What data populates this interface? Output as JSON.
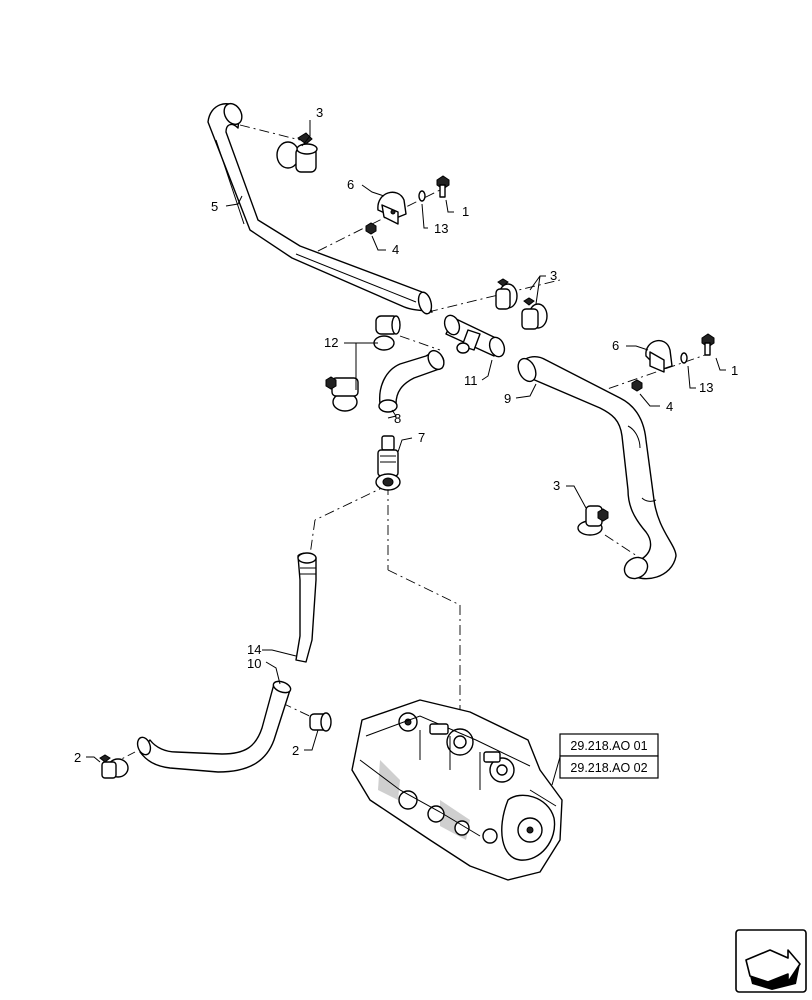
{
  "callouts": {
    "c1a": "1",
    "c1b": "1",
    "c2a": "2",
    "c2b": "2",
    "c3a": "3",
    "c3b": "3",
    "c3c": "3",
    "c4a": "4",
    "c4b": "4",
    "c5": "5",
    "c6a": "6",
    "c6b": "6",
    "c7": "7",
    "c8": "8",
    "c9": "9",
    "c10": "10",
    "c11": "11",
    "c12": "12",
    "c13a": "13",
    "c13b": "13",
    "c14": "14"
  },
  "references": [
    "29.218.AO 01",
    "29.218.AO 02"
  ],
  "icon": "navigation-arrow-icon"
}
